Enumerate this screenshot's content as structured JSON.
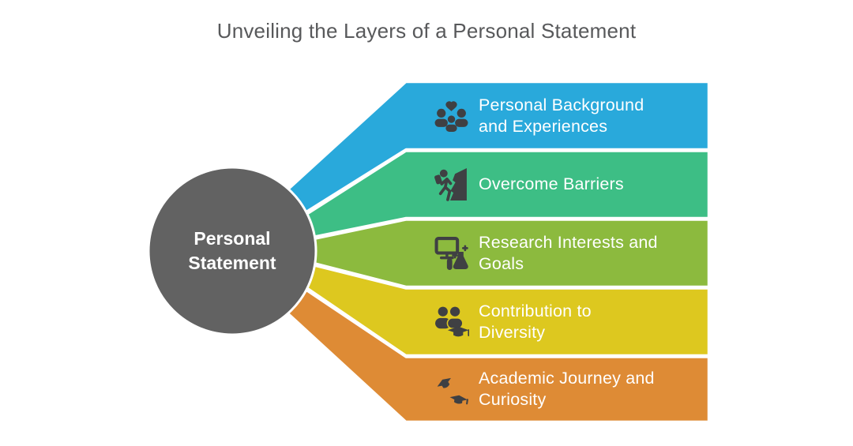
{
  "title": {
    "text": "Unveiling the Layers of a Personal Statement",
    "color": "#58595B"
  },
  "center": {
    "label": "Personal Statement",
    "fill": "#626262",
    "text_color": "#FFFFFF"
  },
  "icon_color": "#3F4043",
  "label_text_color": "#FFFFFF",
  "banners": [
    {
      "label": "Personal Background and Experiences",
      "icon": "family-heart-icon",
      "color": "#29A9DB"
    },
    {
      "label": "Overcome Barriers",
      "icon": "climber-icon",
      "color": "#3DBE85"
    },
    {
      "label": "Research Interests and Goals",
      "icon": "research-lab-icon",
      "color": "#8CBA3E"
    },
    {
      "label": "Contribution to Diversity",
      "icon": "people-graduation-icon",
      "color": "#DDC81F"
    },
    {
      "label": "Academic Journey and Curiosity",
      "icon": "graduation-caps-icon",
      "color": "#DE8B35"
    }
  ]
}
